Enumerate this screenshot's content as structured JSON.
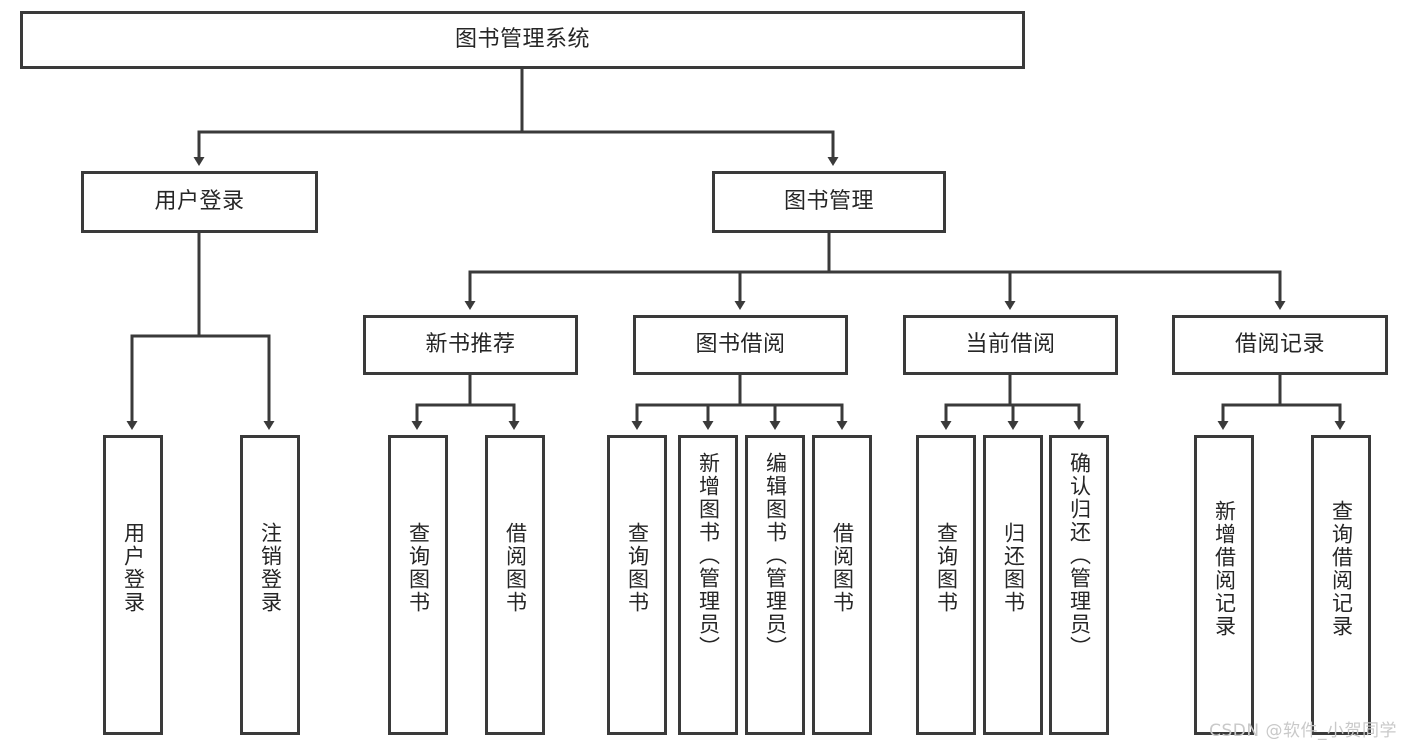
{
  "diagram": {
    "type": "hierarchy-tree",
    "title": "图书管理系统",
    "root": {
      "label": "图书管理系统"
    },
    "level1": [
      {
        "label": "用户登录"
      },
      {
        "label": "图书管理"
      }
    ],
    "level2": [
      {
        "label": "新书推荐"
      },
      {
        "label": "图书借阅"
      },
      {
        "label": "当前借阅"
      },
      {
        "label": "借阅记录"
      }
    ],
    "leaves": {
      "user_login": [
        {
          "label": "用户登录"
        },
        {
          "label": "注销登录"
        }
      ],
      "new_book_recommend": [
        {
          "label": "查询图书"
        },
        {
          "label": "借阅图书"
        }
      ],
      "book_borrow": [
        {
          "label": "查询图书"
        },
        {
          "label": "新增图书（管理员）"
        },
        {
          "label": "编辑图书（管理员）"
        },
        {
          "label": "借阅图书"
        }
      ],
      "current_borrow": [
        {
          "label": "查询图书"
        },
        {
          "label": "归还图书"
        },
        {
          "label": "确认归还（管理员）"
        }
      ],
      "borrow_record": [
        {
          "label": "新增借阅记录"
        },
        {
          "label": "查询借阅记录"
        }
      ]
    }
  },
  "watermark": {
    "text": "CSDN @软件_小贺同学"
  },
  "colors": {
    "stroke": "#3a3a3a",
    "text": "#262626",
    "background": "#ffffff",
    "watermark": "#c9c9c9"
  }
}
